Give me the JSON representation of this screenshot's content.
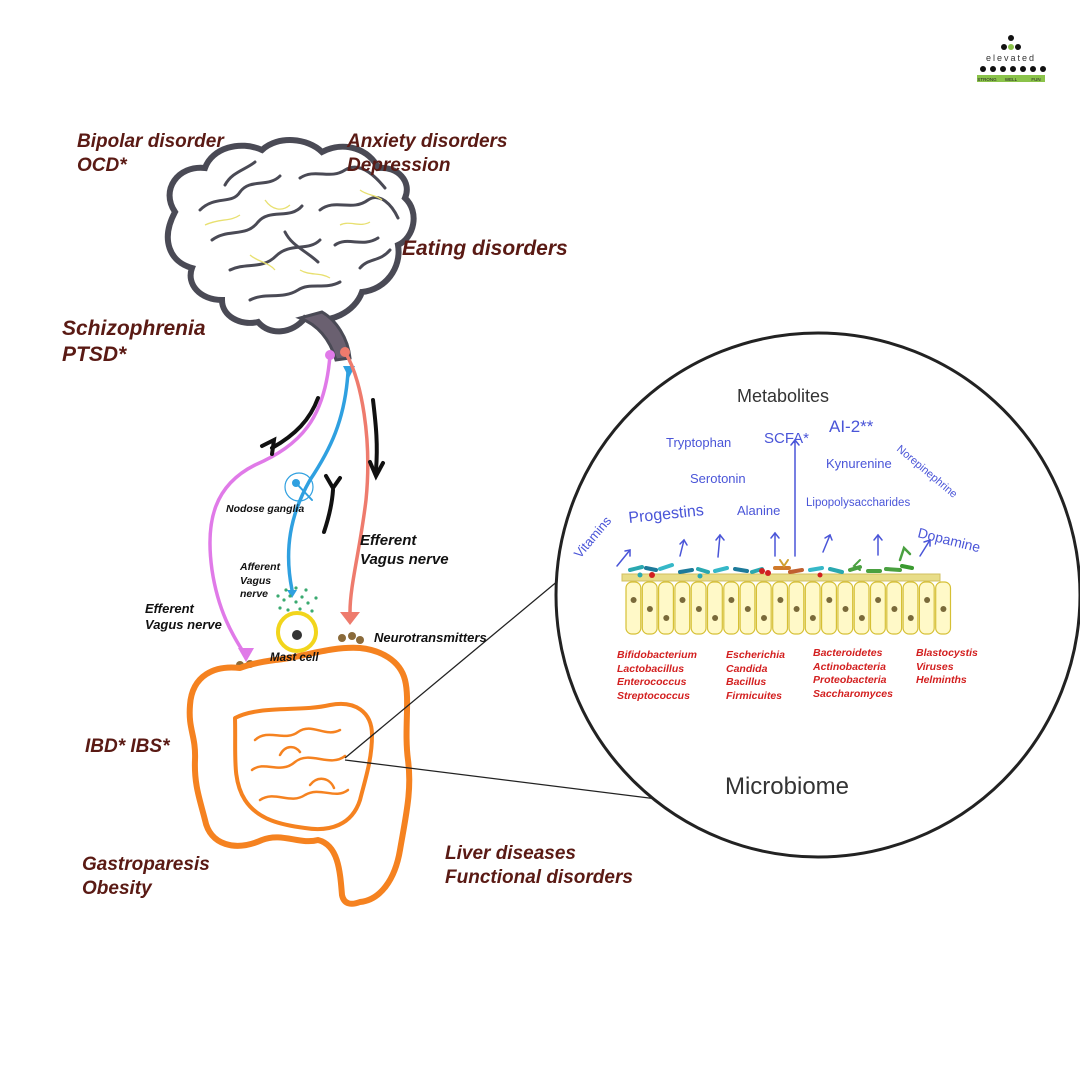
{
  "logo": {
    "word": "elevated",
    "tagline": [
      "STRONG",
      "WELL",
      "FUN"
    ],
    "accent": "#8bc34a"
  },
  "brain_conditions": {
    "left_top": [
      "Bipolar disorder",
      "OCD*"
    ],
    "right_top": [
      "Anxiety disorders",
      "Depression"
    ],
    "right_mid": "Eating disorders",
    "left_mid": [
      "Schizophrenia",
      "PTSD*"
    ]
  },
  "nerve_labels": {
    "nodose": "Nodose ganglia",
    "efferent_right": [
      "Efferent",
      "Vagus nerve"
    ],
    "afferent": [
      "Afferent",
      "Vagus",
      "nerve"
    ],
    "efferent_left": [
      "Efferent",
      "Vagus nerve"
    ],
    "mast_cell": "Mast cell",
    "neurotransmitters": "Neurotransmitters"
  },
  "gut_conditions": {
    "left": "IBD* IBS*",
    "bottom_left": [
      "Gastroparesis",
      "Obesity"
    ],
    "bottom_right": [
      "Liver diseases",
      "Functional disorders"
    ]
  },
  "microbiome": {
    "title": "Metabolites",
    "footer": "Microbiome",
    "metabolites": {
      "tryptophan": "Tryptophan",
      "scfa": "SCFA*",
      "ai2": "AI-2**",
      "norepinephrine": "Norepinephrine",
      "serotonin": "Serotonin",
      "kynurenine": "Kynurenine",
      "vitamins": "Vitamins",
      "progestins": "Progestins",
      "alanine": "Alanine",
      "lps": "Lipopolysaccharides",
      "dopamine": "Dopamine"
    },
    "taxa": [
      [
        "Bifidobacterium",
        "Lactobacillus",
        "Enterococcus",
        "Streptococcus"
      ],
      [
        "Escherichia",
        "Candida",
        "Bacillus",
        "Firmicuites"
      ],
      [
        "Bacteroidetes",
        "Actinobacteria",
        "Proteobacteria",
        "Saccharomyces"
      ],
      [
        "Blastocystis",
        "Viruses",
        "Helminths"
      ]
    ]
  },
  "colors": {
    "label_text": "#5a1a14",
    "metabolite_text": "#4a55d8",
    "taxa_text": "#d32020",
    "gut": "#f58220",
    "efferent_left_nerve": "#e07ae8",
    "afferent_nerve": "#2fa0e0",
    "efferent_right_nerve": "#ee7b6d",
    "brain_outline": "#4a4a55"
  }
}
